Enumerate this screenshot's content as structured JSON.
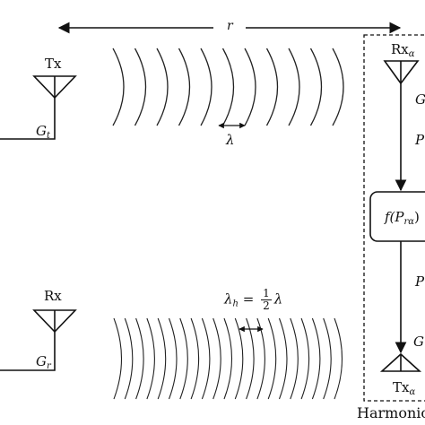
{
  "distance_label": "r",
  "tx": {
    "name": "Tx",
    "gain_main": "G",
    "gain_sub": "t"
  },
  "rx": {
    "name": "Rx",
    "gain_main": "G",
    "gain_sub": "r"
  },
  "wave": {
    "main": "λ",
    "harmonic_main": "λ",
    "harmonic_sub": "h",
    "harmonic_eq": "=",
    "harmonic_num": "1",
    "harmonic_den": "2",
    "harmonic_tail": "λ"
  },
  "tag": {
    "rx_name": "Rx",
    "rx_sub": "α",
    "tx_name": "Tx",
    "tx_sub": "α",
    "g_top": "G",
    "p_top": "P",
    "p_bottom": "P",
    "g_bottom": "G",
    "func_main": "f(P",
    "func_sub": "rα",
    "func_tail": ")",
    "caption": "Harmonic"
  }
}
